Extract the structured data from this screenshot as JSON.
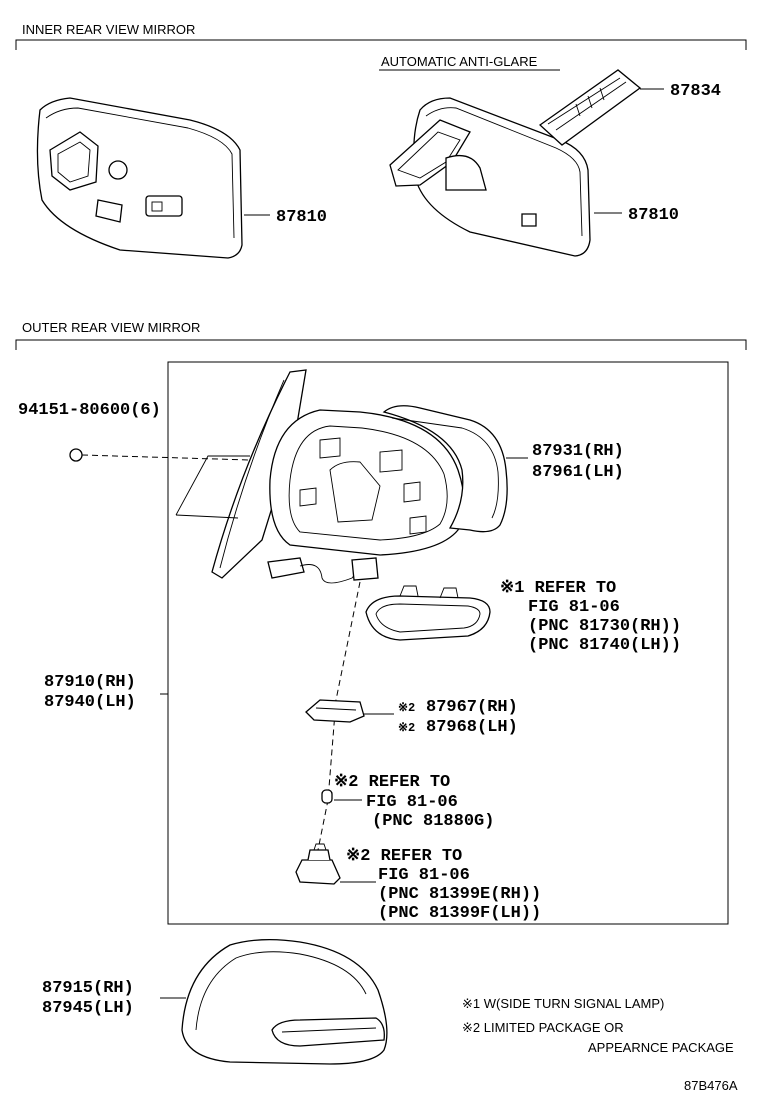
{
  "sections": {
    "inner": "INNER REAR VIEW MIRROR",
    "outer": "OUTER REAR VIEW MIRROR",
    "anti_glare": "AUTOMATIC ANTI-GLARE"
  },
  "parts": {
    "p87834": "87834",
    "p87810a": "87810",
    "p87810b": "87810",
    "screw": "94151-80600(6)",
    "glass_rh": "87931(RH)",
    "glass_lh": "87961(LH)",
    "lamp_note": "※1 REFER TO",
    "lamp_fig": "FIG 81-06",
    "lamp_pnc_rh": "(PNC 81730(RH))",
    "lamp_pnc_lh": "(PNC 81740(LH))",
    "mirror_rh": "87910(RH)",
    "mirror_lh": "87940(LH)",
    "cover_lamp_rh": "87967(RH)",
    "cover_lamp_lh": "87968(LH)",
    "cover_lamp_mark1": "※2",
    "cover_lamp_mark2": "※2",
    "bulb_note": "※2 REFER TO",
    "bulb_fig": "FIG 81-06",
    "bulb_pnc": "(PNC 81880G)",
    "socket_note": "※2 REFER TO",
    "socket_fig": "FIG 81-06",
    "socket_pnc_rh": "(PNC 81399E(RH))",
    "socket_pnc_lh": "(PNC 81399F(LH))",
    "cap_rh": "87915(RH)",
    "cap_lh": "87945(LH)"
  },
  "notes": {
    "n1": "※1 W(SIDE TURN SIGNAL LAMP)",
    "n2": "※2 LIMITED PACKAGE OR",
    "n2b": "APPEARNCE PACKAGE"
  },
  "figure_id": "87B476A"
}
